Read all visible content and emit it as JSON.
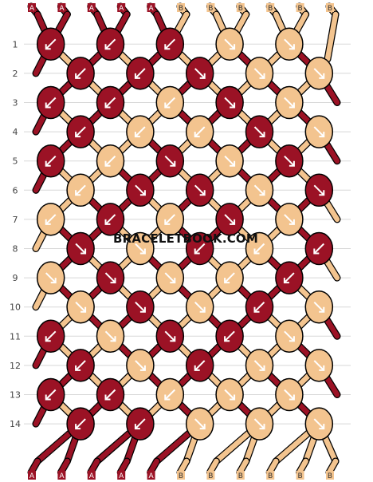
{
  "pattern": {
    "watermark": "BRACELETBOOK.COM",
    "colors": {
      "A": "#9b1225",
      "B": "#f3c48f",
      "outline": "#000000",
      "grid": "#d8d8d8"
    },
    "threads_top": [
      "A",
      "A",
      "A",
      "A",
      "A",
      "B",
      "B",
      "B",
      "B",
      "B",
      "B"
    ],
    "threads_bottom": [
      "A",
      "A",
      "A",
      "A",
      "A",
      "B",
      "B",
      "B",
      "B",
      "B",
      "B"
    ],
    "row_labels": [
      "1",
      "2",
      "3",
      "4",
      "5",
      "6",
      "7",
      "8",
      "9",
      "10",
      "11",
      "12",
      "13",
      "14"
    ],
    "knots": [
      [
        {
          "c": "A",
          "d": "L"
        },
        {
          "c": "A",
          "d": "L"
        },
        {
          "c": "A",
          "d": "L"
        },
        {
          "c": "B",
          "d": "R"
        },
        {
          "c": "B",
          "d": "R"
        }
      ],
      [
        {
          "c": "A",
          "d": "L"
        },
        {
          "c": "A",
          "d": "L"
        },
        {
          "c": "A",
          "d": "R"
        },
        {
          "c": "B",
          "d": "R"
        },
        {
          "c": "B",
          "d": "R"
        }
      ],
      [
        {
          "c": "A",
          "d": "L"
        },
        {
          "c": "A",
          "d": "L"
        },
        {
          "c": "B",
          "d": "L"
        },
        {
          "c": "A",
          "d": "R"
        },
        {
          "c": "B",
          "d": "R"
        }
      ],
      [
        {
          "c": "A",
          "d": "L"
        },
        {
          "c": "B",
          "d": "L"
        },
        {
          "c": "B",
          "d": "L"
        },
        {
          "c": "A",
          "d": "R"
        },
        {
          "c": "B",
          "d": "R"
        }
      ],
      [
        {
          "c": "A",
          "d": "L"
        },
        {
          "c": "B",
          "d": "L"
        },
        {
          "c": "A",
          "d": "R"
        },
        {
          "c": "B",
          "d": "R"
        },
        {
          "c": "A",
          "d": "R"
        }
      ],
      [
        {
          "c": "B",
          "d": "L"
        },
        {
          "c": "A",
          "d": "R"
        },
        {
          "c": "A",
          "d": "R"
        },
        {
          "c": "B",
          "d": "R"
        },
        {
          "c": "A",
          "d": "R"
        }
      ],
      [
        {
          "c": "B",
          "d": "L"
        },
        {
          "c": "A",
          "d": "L"
        },
        {
          "c": "B",
          "d": "L"
        },
        {
          "c": "A",
          "d": "R"
        },
        {
          "c": "B",
          "d": "R"
        }
      ],
      [
        {
          "c": "A",
          "d": "R"
        },
        {
          "c": "B",
          "d": "R"
        },
        {
          "c": "A",
          "d": "L"
        },
        {
          "c": "B",
          "d": "L"
        },
        {
          "c": "A",
          "d": "L"
        }
      ],
      [
        {
          "c": "B",
          "d": "R"
        },
        {
          "c": "A",
          "d": "R"
        },
        {
          "c": "B",
          "d": "R"
        },
        {
          "c": "B",
          "d": "L"
        },
        {
          "c": "A",
          "d": "L"
        }
      ],
      [
        {
          "c": "B",
          "d": "R"
        },
        {
          "c": "A",
          "d": "R"
        },
        {
          "c": "B",
          "d": "R"
        },
        {
          "c": "A",
          "d": "L"
        },
        {
          "c": "B",
          "d": "R"
        }
      ],
      [
        {
          "c": "A",
          "d": "L"
        },
        {
          "c": "B",
          "d": "R"
        },
        {
          "c": "A",
          "d": "R"
        },
        {
          "c": "A",
          "d": "L"
        },
        {
          "c": "B",
          "d": "R"
        }
      ],
      [
        {
          "c": "A",
          "d": "L"
        },
        {
          "c": "B",
          "d": "R"
        },
        {
          "c": "A",
          "d": "L"
        },
        {
          "c": "B",
          "d": "R"
        },
        {
          "c": "B",
          "d": "R"
        }
      ],
      [
        {
          "c": "A",
          "d": "L"
        },
        {
          "c": "A",
          "d": "L"
        },
        {
          "c": "B",
          "d": "L"
        },
        {
          "c": "B",
          "d": "R"
        },
        {
          "c": "B",
          "d": "R"
        }
      ],
      [
        {
          "c": "A",
          "d": "L"
        },
        {
          "c": "A",
          "d": "L"
        },
        {
          "c": "B",
          "d": "R"
        },
        {
          "c": "B",
          "d": "R"
        },
        {
          "c": "B",
          "d": "R"
        }
      ]
    ]
  }
}
